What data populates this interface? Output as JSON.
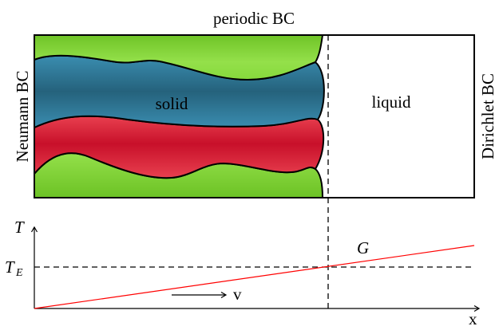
{
  "labels": {
    "top_bc": "periodic BC",
    "left_bc": "Neumann BC",
    "right_bc": "Dirichlet BC",
    "solid": "solid",
    "liquid": "liquid"
  },
  "plot": {
    "y_axis_label": "T",
    "eutectic_label_main": "T",
    "eutectic_label_sub": "E",
    "gradient_label": "G",
    "velocity_label": "v",
    "x_axis_label": "x"
  },
  "colors": {
    "green_phase": "#7dd535",
    "blue_phase": "#2f7592",
    "red_phase": "#d51830",
    "temperature_line": "#ff0000"
  }
}
